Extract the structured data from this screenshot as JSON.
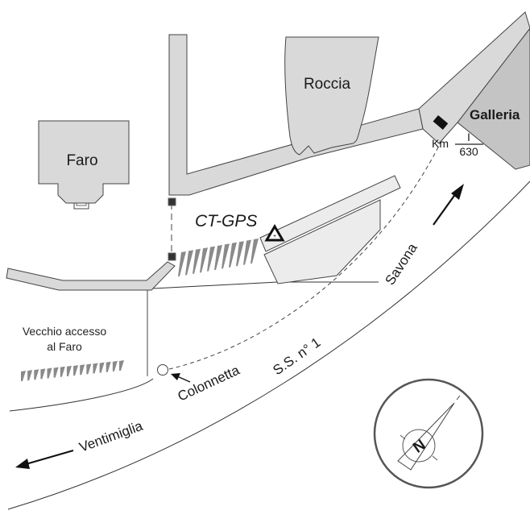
{
  "map": {
    "labels": {
      "faro": "Faro",
      "roccia": "Roccia",
      "galleria": "Galleria",
      "km_prefix": "Km",
      "km_top": "I",
      "km_bottom": "630",
      "ct_gps": "CT-GPS",
      "savona": "Savona",
      "ss1": "S.S. n° 1",
      "colonnetta": "Colonnetta",
      "vecchio_line1": "Vecchio accesso",
      "vecchio_line2": "al Faro",
      "ventimiglia": "Ventimiglia",
      "north": "N"
    },
    "icons": {
      "gps_station": "triangle-benchmark",
      "colonnetta_marker": "circle-marker",
      "gate_posts": "square-post",
      "compass": "north-arrow",
      "direction_arrows": "arrow"
    },
    "colors": {
      "wall_fill": "#d9d9d9",
      "platform_fill": "#ececec",
      "tunnel_fill": "#c4c4c4",
      "stroke": "#444444",
      "text": "#1a1a1a",
      "steps": "#8a8a8a"
    }
  }
}
